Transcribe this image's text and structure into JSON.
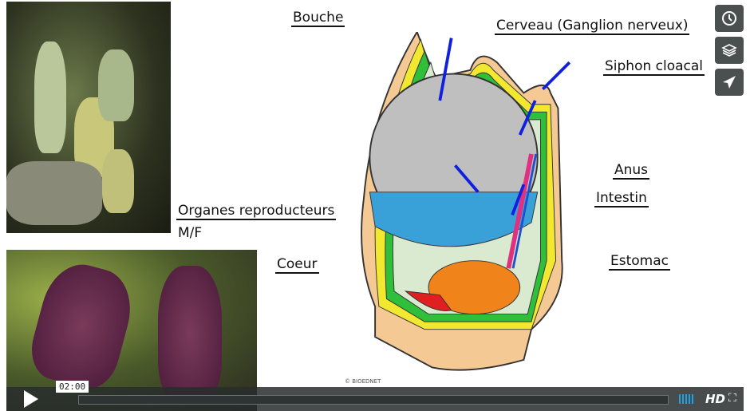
{
  "diagram": {
    "labels": {
      "bouche": "Bouche",
      "cerveau": "Cerveau (Ganglion nerveux)",
      "siphon": "Siphon cloacal",
      "anus": "Anus",
      "intestin": "Intestin",
      "organes": "Organes reproducteurs",
      "mf": "M/F",
      "coeur": "Coeur",
      "estomac": "Estomac"
    },
    "copyright": "© BIOEDNET"
  },
  "player": {
    "time_tooltip": "02:00",
    "hd_label": "HD",
    "progress_percent": 0,
    "side_buttons": [
      "clock-icon",
      "layers-icon",
      "send-icon"
    ]
  },
  "colors": {
    "accent": "#1fa3e0",
    "panel": "#4a4f50"
  }
}
